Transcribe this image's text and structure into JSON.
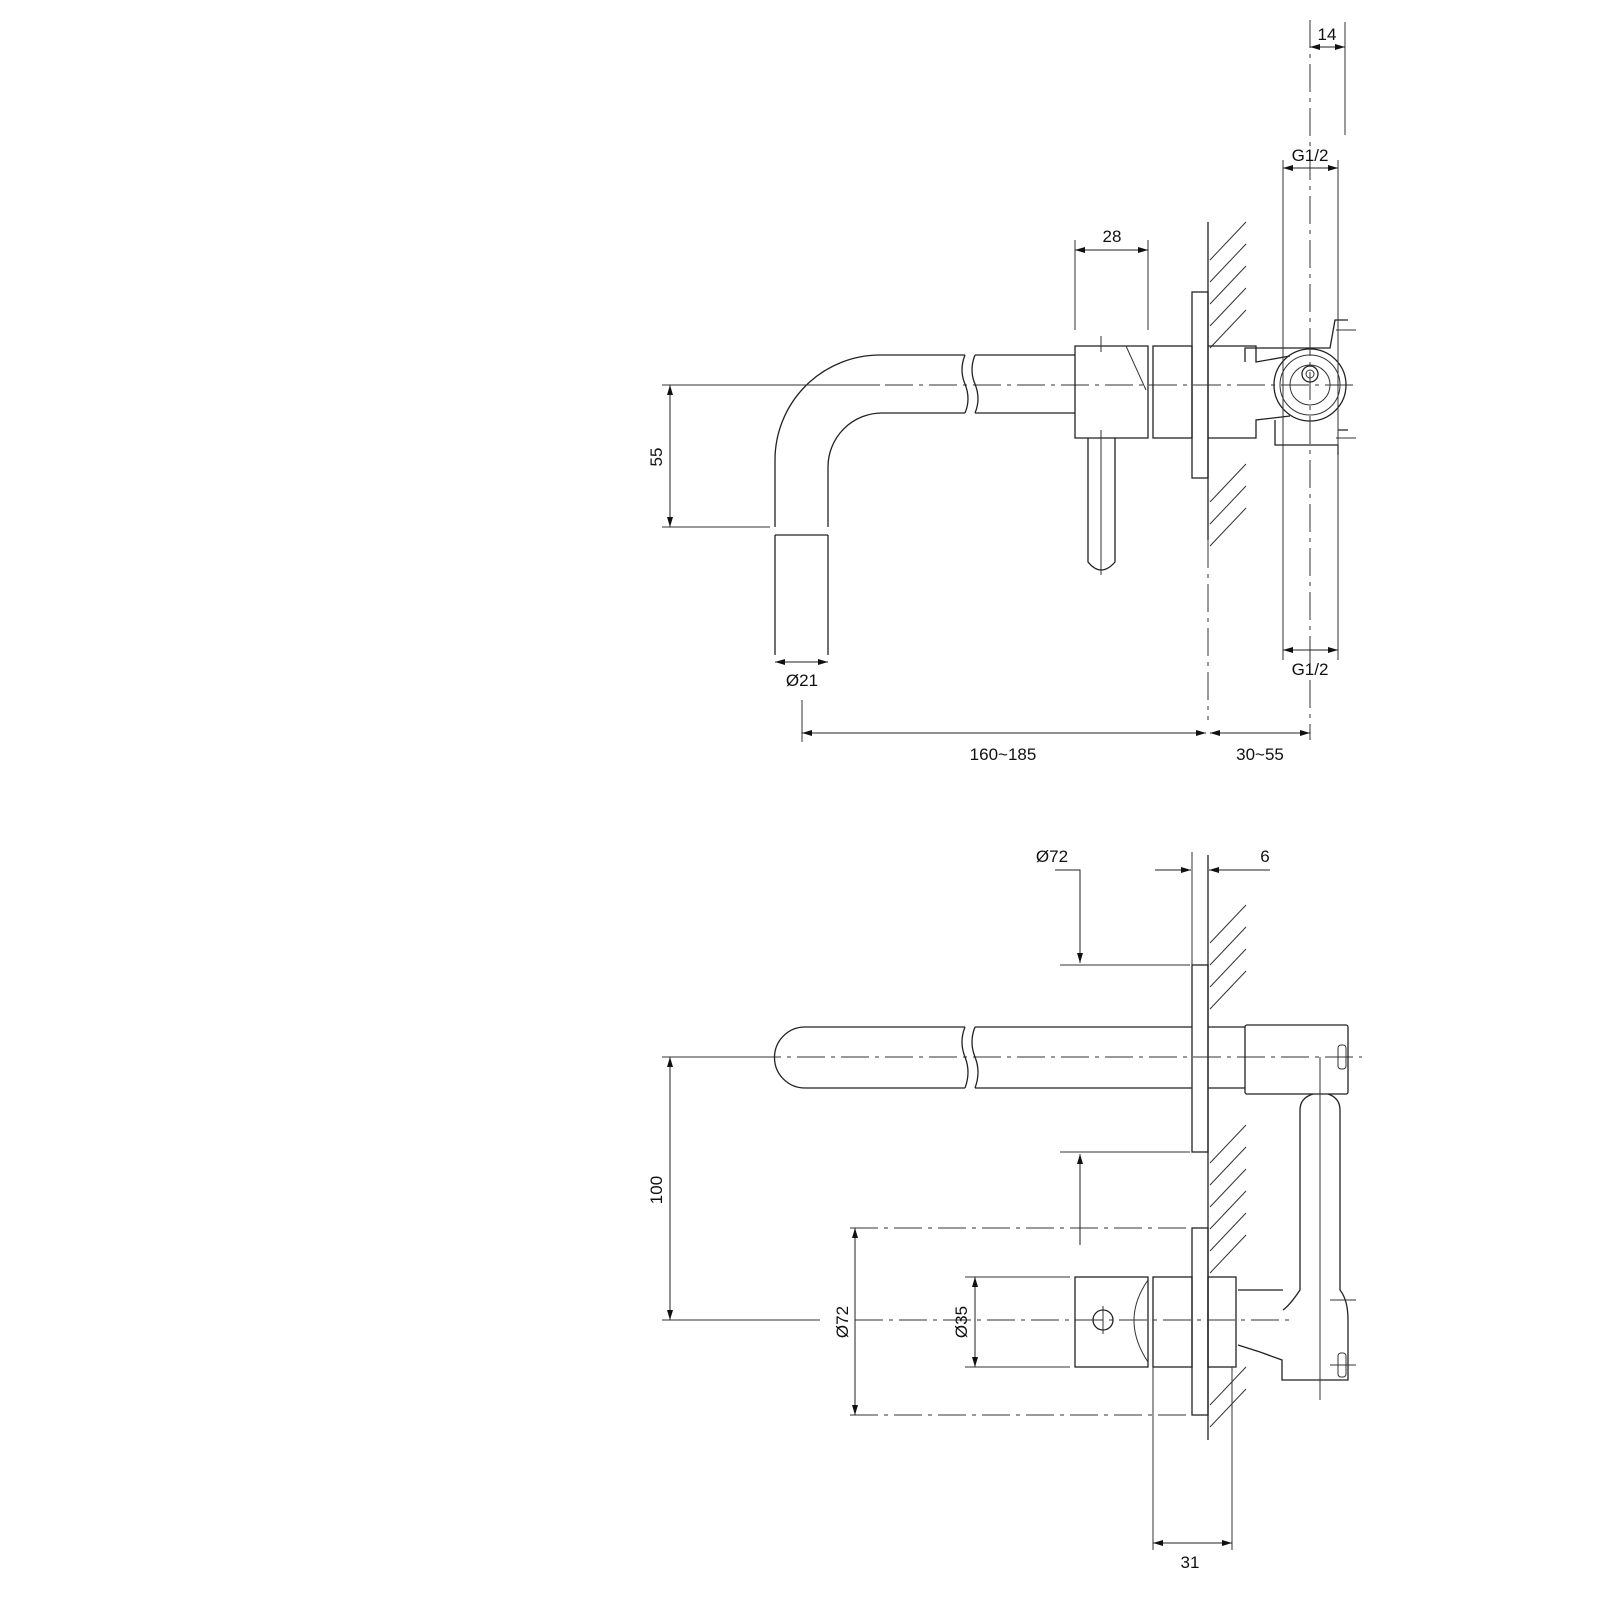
{
  "side_view": {
    "dim_14": "14",
    "dim_g12_top": "G1/2",
    "dim_28": "28",
    "dim_55": "55",
    "dim_d21": "Ø21",
    "dim_160_185": "160~185",
    "dim_30_55": "30~55",
    "dim_g12_bottom": "G1/2"
  },
  "top_view": {
    "dim_d72_top": "Ø72",
    "dim_6": "6",
    "dim_100": "100",
    "dim_d72_left": "Ø72",
    "dim_d35": "Ø35",
    "dim_31": "31"
  },
  "colors": {
    "line": "#222222",
    "background": "#ffffff"
  }
}
